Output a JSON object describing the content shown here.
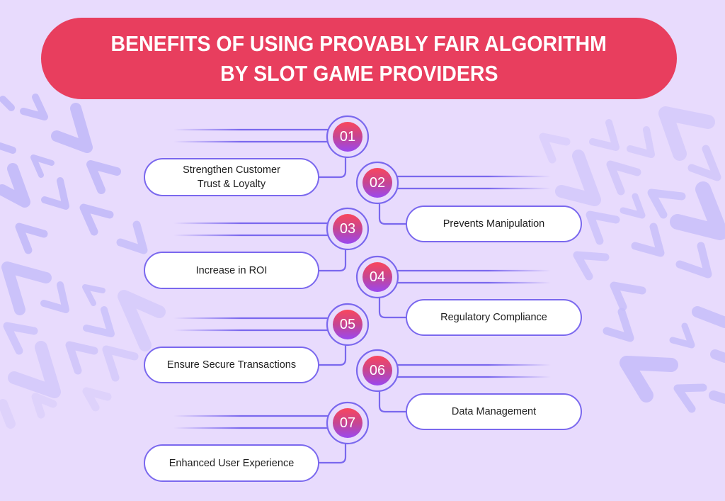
{
  "header": {
    "title_line1": "BENEFITS OF USING PROVABLY FAIR ALGORITHM",
    "title_line2": "BY SLOT GAME PROVIDERS",
    "background_color": "#e83e5e"
  },
  "colors": {
    "background": "#e8dbfd",
    "accent_stroke": "#7a68ee",
    "badge_gradient_top": "#f9465c",
    "badge_gradient_bottom": "#9a48f0",
    "decor_chevrons": "#c6bdf9"
  },
  "items": [
    {
      "number": "01",
      "label": "Strengthen Customer Trust & Loyalty",
      "side": "left"
    },
    {
      "number": "02",
      "label": "Prevents Manipulation",
      "side": "right"
    },
    {
      "number": "03",
      "label": "Increase in ROI",
      "side": "left"
    },
    {
      "number": "04",
      "label": "Regulatory Compliance",
      "side": "right"
    },
    {
      "number": "05",
      "label": "Ensure Secure Transactions",
      "side": "left"
    },
    {
      "number": "06",
      "label": "Data Management",
      "side": "right"
    },
    {
      "number": "07",
      "label": "Enhanced User Experience",
      "side": "left"
    }
  ]
}
